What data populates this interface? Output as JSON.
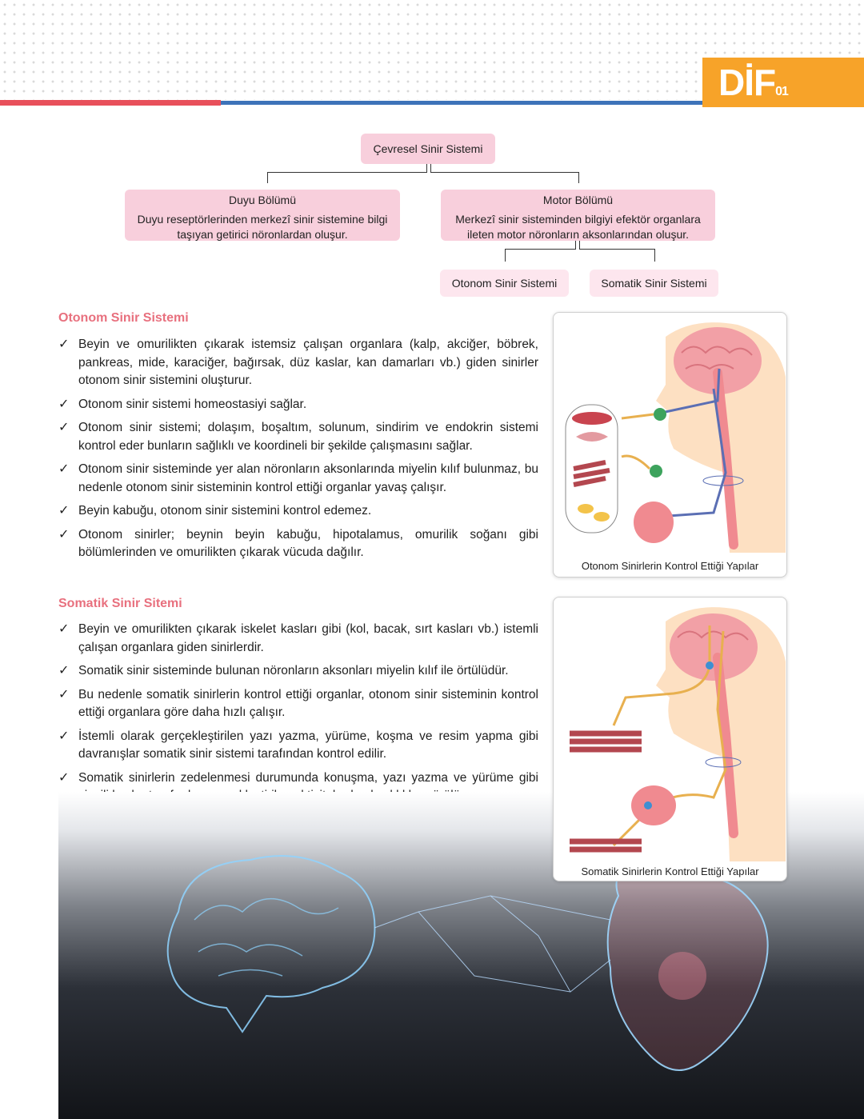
{
  "header": {
    "brand": "DİF",
    "brand_sub": "01"
  },
  "chart_title": "Çevresel Sinir Sistemi",
  "duyu": {
    "title": "Duyu Bölümü",
    "desc": "Duyu reseptörlerinden merkezî sinir sistemine bilgi taşıyan getirici nöronlardan oluşur."
  },
  "motor": {
    "title": "Motor Bölümü",
    "desc": "Merkezî sinir sisteminden bilgiyi efektör organlara ileten motor nöronların aksonlarından oluşur."
  },
  "sub_boxes": {
    "otonom": "Otonom Sinir Sistemi",
    "somatik": "Somatik Sinir Sistemi"
  },
  "otonom_section": {
    "title": "Otonom Sinir Sistemi",
    "items": [
      "Beyin ve omurilikten çıkarak istemsiz çalışan organlara (kalp, akciğer, böbrek, pankreas, mide, karaciğer, bağırsak, düz kaslar, kan damarları vb.) giden sinirler otonom sinir sistemini oluşturur.",
      "Otonom sinir sistemi homeostasiyi sağlar.",
      "Otonom sinir sistemi; dolaşım, boşaltım, solunum, sindirim ve endokrin sistemi kontrol eder bunların sağlıklı ve koordineli bir şekilde çalışmasını sağlar.",
      "Otonom sinir sisteminde yer alan nöronların aksonlarında miyelin kılıf bulunmaz, bu nedenle otonom sinir sisteminin kontrol ettiği organlar yavaş çalışır.",
      "Beyin kabuğu, otonom sinir sistemini kontrol edemez.",
      "Otonom sinirler; beynin beyin kabuğu, hipotalamus, omurilik soğanı gibi bölümlerinden ve omurilikten çıkarak vücuda dağılır."
    ]
  },
  "somatik_section": {
    "title": "Somatik Sinir Sitemi",
    "items": [
      "Beyin ve omurilikten çıkarak iskelet kasları gibi (kol, bacak, sırt kasları vb.) istemli çalışan organlara giden sinirlerdir.",
      "Somatik sinir sisteminde bulunan nöronların aksonları miyelin kılıf ile örtülüdür.",
      "Bu nedenle somatik sinirlerin kontrol ettiği organlar, otonom sinir sisteminin kontrol ettiği organlara göre daha hızlı çalışır.",
      "İstemli olarak gerçekleştirilen yazı yazma, yürüme, koşma ve resim yapma gibi davranışlar somatik sinir sistemi tarafından kontrol edilir.",
      "Somatik sinirlerin zedelenmesi durumunda konuşma, yazı yazma ve yürüme gibi çizgili kaslar tarafından gerçekleştirilen aktivitelerde aksaklıklar görülür."
    ]
  },
  "figures": {
    "otonom_caption": "Otonom Sinirlerin Kontrol Ettiği Yapılar",
    "somatik_caption": "Somatik Sinirlerin Kontrol Ettiği Yapılar"
  },
  "colors": {
    "accent_pink": "#e8707e",
    "box_pink": "#f8cfdc",
    "brand_orange": "#f7a329",
    "bar_red": "#e8505b",
    "bar_blue": "#3d73b9"
  }
}
